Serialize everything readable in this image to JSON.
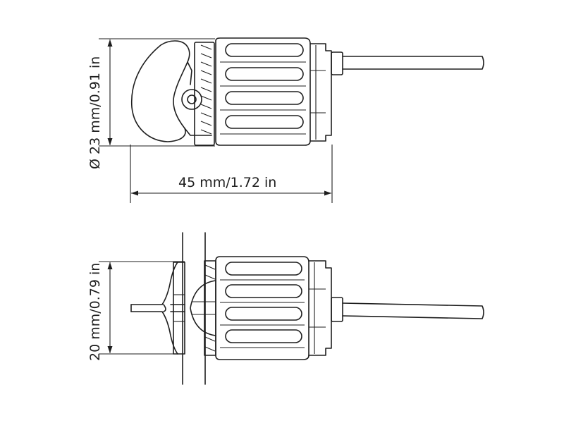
{
  "dimensions": {
    "top_height": "Ø 23 mm/0.91 in",
    "top_width": "45 mm/1.72 in",
    "bottom_height": "20 mm/0.79 in"
  }
}
